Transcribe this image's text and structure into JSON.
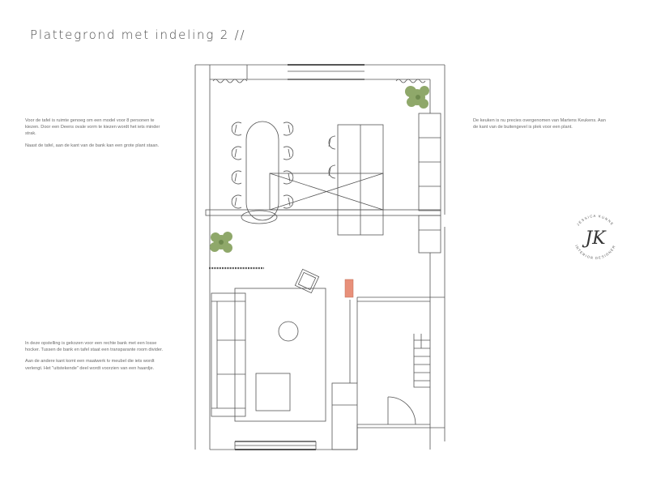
{
  "title": "Plattegrond met indeling 2  //",
  "notes": {
    "dining": [
      "Voor de tafel is  ruimte genoeg om een model voor 8 personen te kiezen. Door een Deens ovale vorm te kiezen wordt het iets minder strak.",
      "Naast de tafel, aan de kant van de bank kan een grote plant staan."
    ],
    "kitchen": [
      "De keuken is nu precies overgenomen van Martens Keukens. Aan de kant van de buitengevel is plek voor een plant."
    ],
    "living": [
      "In deze opstelling is gekozen voor een rechte bank met een losse hocker. Tussen de bank en tafel staat een transparante room divider.",
      "Aan de andere kant komt een maatwerk tv meubel die iets wordt verlengt. Het \"uitstekende\" deel wordt voorzien van een haardje."
    ]
  },
  "logo": {
    "monogram": "JK",
    "ring_text_top": "JESSICA KUNNE",
    "ring_text_bottom": "INTERIOR DESIGNER"
  },
  "colors": {
    "wall": "#444444",
    "plant": "#8fa86a",
    "plant_dark": "#6f8a4f",
    "fireplace": "#e8907a"
  }
}
